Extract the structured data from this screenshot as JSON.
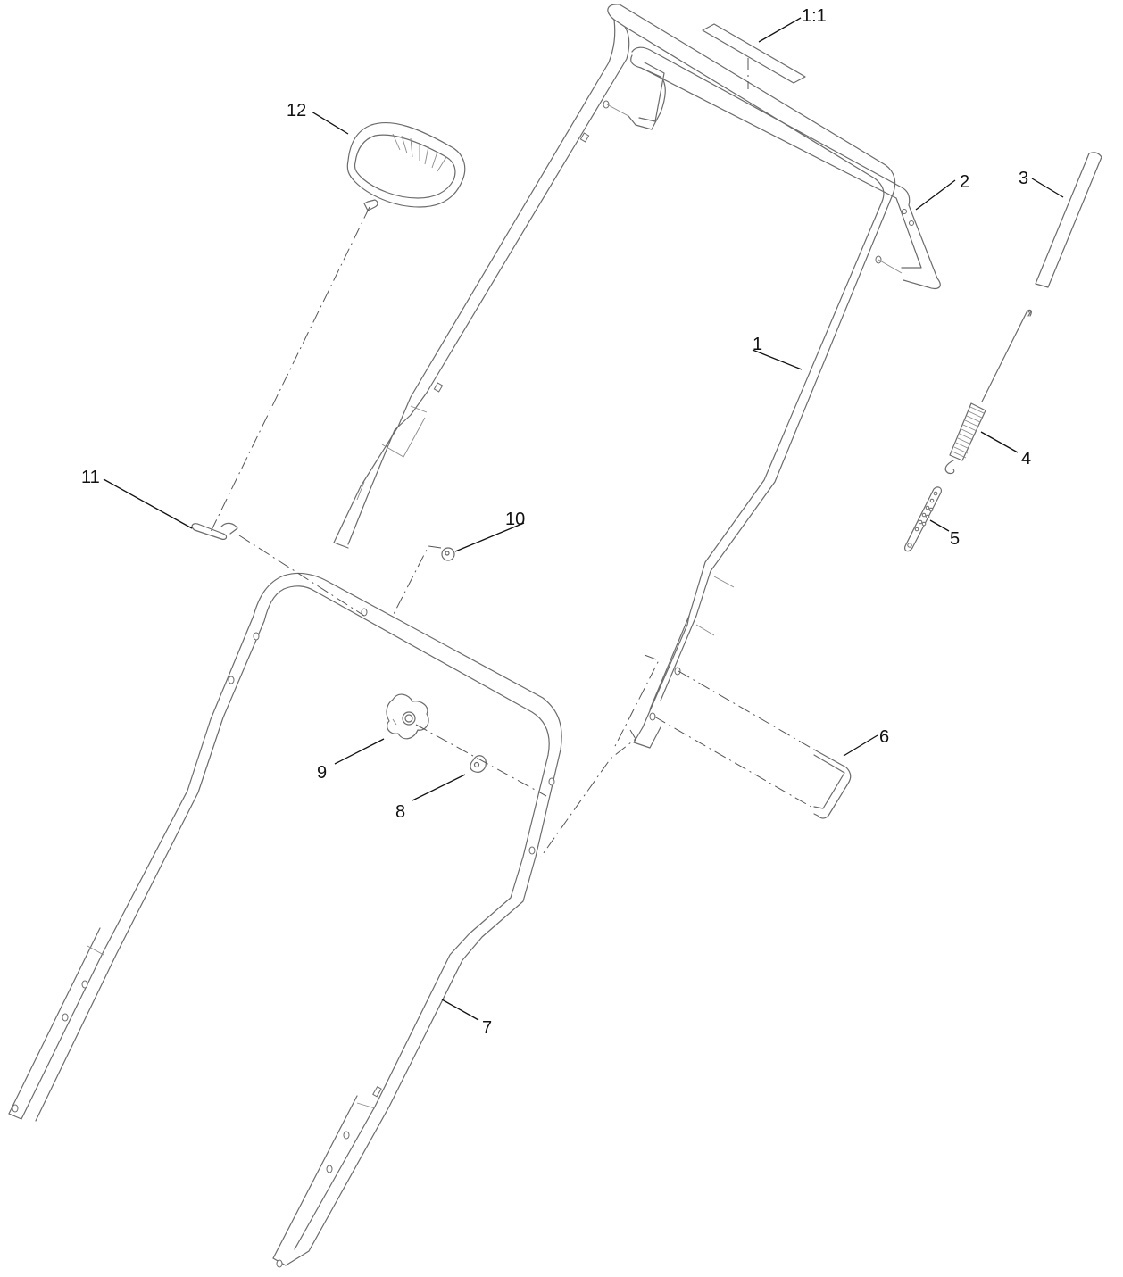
{
  "diagram": {
    "type": "exploded-parts-diagram",
    "subject": "walk-behind mower handle assembly",
    "background": "#ffffff",
    "line_color": "#6b6b6b",
    "callouts": [
      {
        "id": "1:1",
        "label": "1:1",
        "part": "decal on upper handle crossbar"
      },
      {
        "id": "1",
        "label": "1",
        "part": "upper handle"
      },
      {
        "id": "2",
        "label": "2",
        "part": "bail / control bar"
      },
      {
        "id": "3",
        "label": "3",
        "part": "grip"
      },
      {
        "id": "4",
        "label": "4",
        "part": "extension spring"
      },
      {
        "id": "5",
        "label": "5",
        "part": "adjustment bracket"
      },
      {
        "id": "6",
        "label": "6",
        "part": "U-bracket"
      },
      {
        "id": "7",
        "label": "7",
        "part": "lower handle"
      },
      {
        "id": "8",
        "label": "8",
        "part": "curved washer"
      },
      {
        "id": "9",
        "label": "9",
        "part": "handle knob"
      },
      {
        "id": "10",
        "label": "10",
        "part": "washer"
      },
      {
        "id": "11",
        "label": "11",
        "part": "cable guide"
      },
      {
        "id": "12",
        "label": "12",
        "part": "grass bag handle"
      }
    ]
  }
}
